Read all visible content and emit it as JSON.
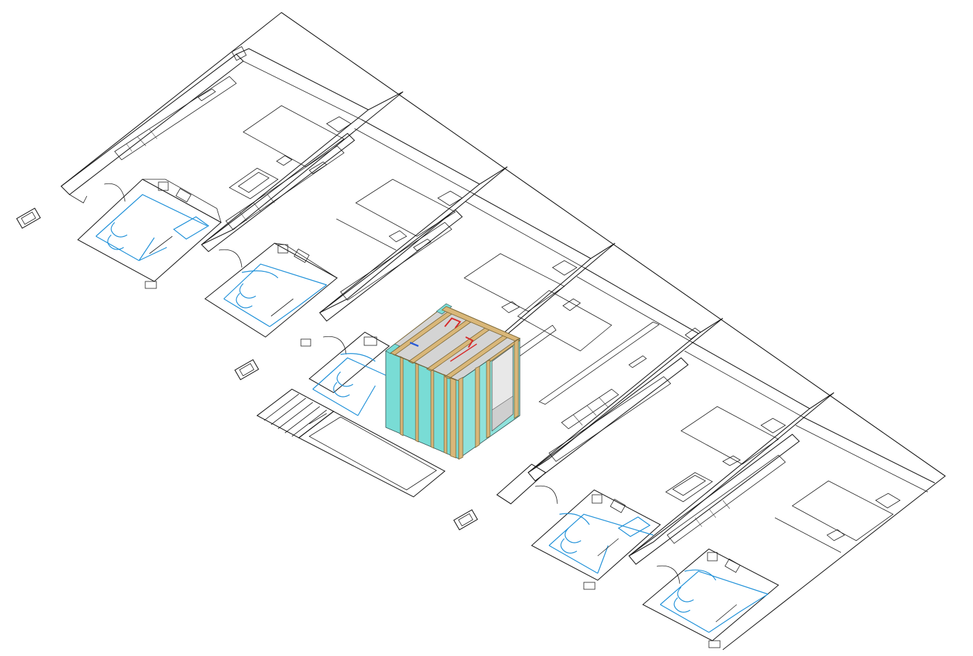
{
  "drawing": {
    "rooms_left_row": 3,
    "rooms_right_row": 3,
    "colors": {
      "linework": "#1b1b1b",
      "bathroom": "#1c8fd8",
      "pod_panel": "#79dcd5",
      "pod_frame": "#d9b779",
      "pod_ceiling": "#d4d4d4",
      "pipe_hot": "#d62a2a",
      "pipe_cold": "#2a5bd6"
    },
    "icons": [
      "bathroom-pod",
      "stair",
      "column-marker",
      "door-swing",
      "wc",
      "shower-tray"
    ]
  }
}
